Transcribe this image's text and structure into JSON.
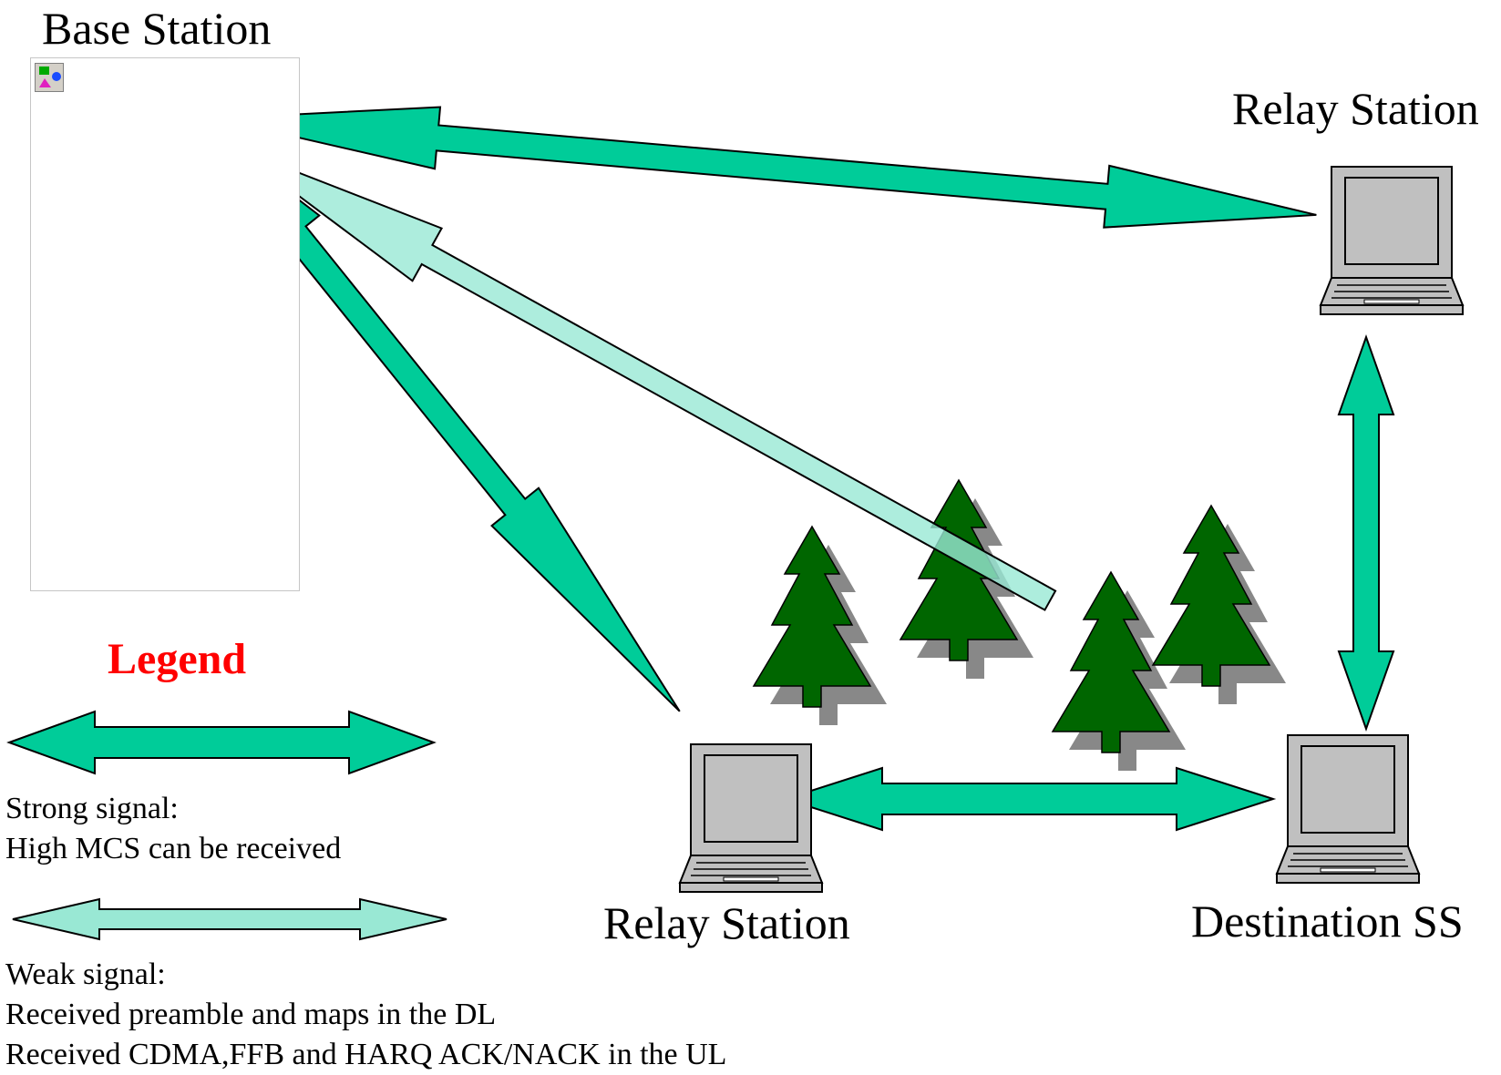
{
  "labels": {
    "base_station": "Base Station",
    "relay_station_top": "Relay Station",
    "relay_station_bottom": "Relay Station",
    "destination": "Destination SS"
  },
  "legend": {
    "title": "Legend",
    "strong_line1": "Strong signal:",
    "strong_line2": "High MCS can be received",
    "weak_line1": "Weak signal:",
    "weak_line2": "Received preamble and maps in the DL",
    "weak_line3": "Received CDMA,FFB and HARQ ACK/NACK in the UL"
  },
  "colors": {
    "strong": "#00cc99",
    "weak": "#99e8d4",
    "tree": "#006600",
    "tree_shadow": "#888888",
    "legend_title": "#ff0000"
  },
  "icons": [
    "broken-image-icon",
    "laptop-icon",
    "tree-icon"
  ]
}
